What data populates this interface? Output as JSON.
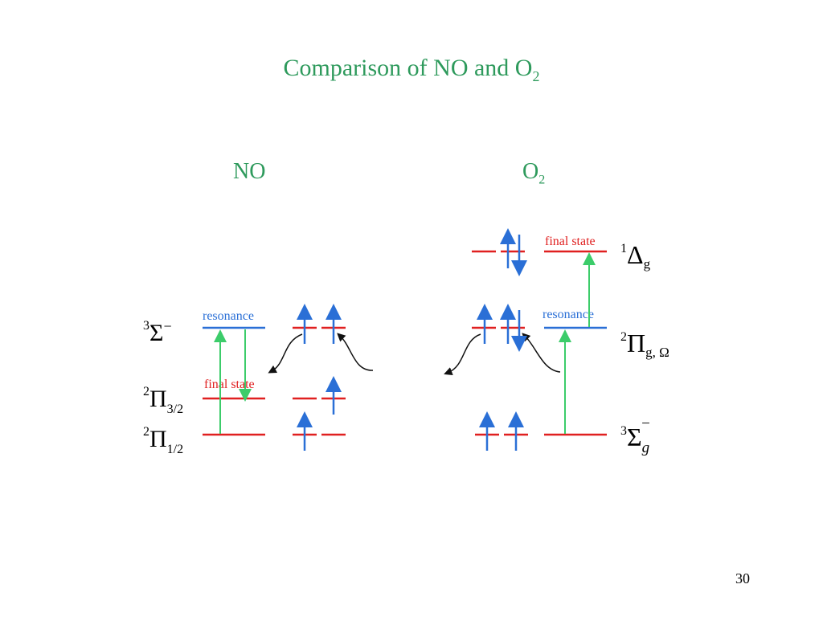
{
  "slide": {
    "title": "Comparison of NO and O",
    "title_sub": "2",
    "page_number": "30"
  },
  "columns": {
    "no": {
      "label": "NO"
    },
    "o2": {
      "label": "O",
      "label_sub": "2"
    }
  },
  "no_states": {
    "sigma": {
      "sup": "3",
      "symbol": "Σ",
      "sup_right": "−"
    },
    "pi32": {
      "sup": "2",
      "symbol": "Π",
      "sub": "3/2"
    },
    "pi12": {
      "sup": "2",
      "symbol": "Π",
      "sub": "1/2"
    },
    "resonance_label": "resonance",
    "final_label": "final state"
  },
  "o2_states": {
    "delta": {
      "sup": "1",
      "symbol": "Δ",
      "sub": "g"
    },
    "pi": {
      "sup": "2",
      "symbol": "Π",
      "sub": "g, Ω"
    },
    "sigma": {
      "sup": "3",
      "symbol": "Σ",
      "sub": "g",
      "sup_right": "−"
    },
    "resonance_label": "resonance",
    "final_label": "final state"
  },
  "colors": {
    "title_green": "#2e9a5c",
    "level_red": "#e02020",
    "level_blue": "#2a6fd6",
    "arrow_green": "#3ccc6a",
    "curve_black": "#111111"
  }
}
